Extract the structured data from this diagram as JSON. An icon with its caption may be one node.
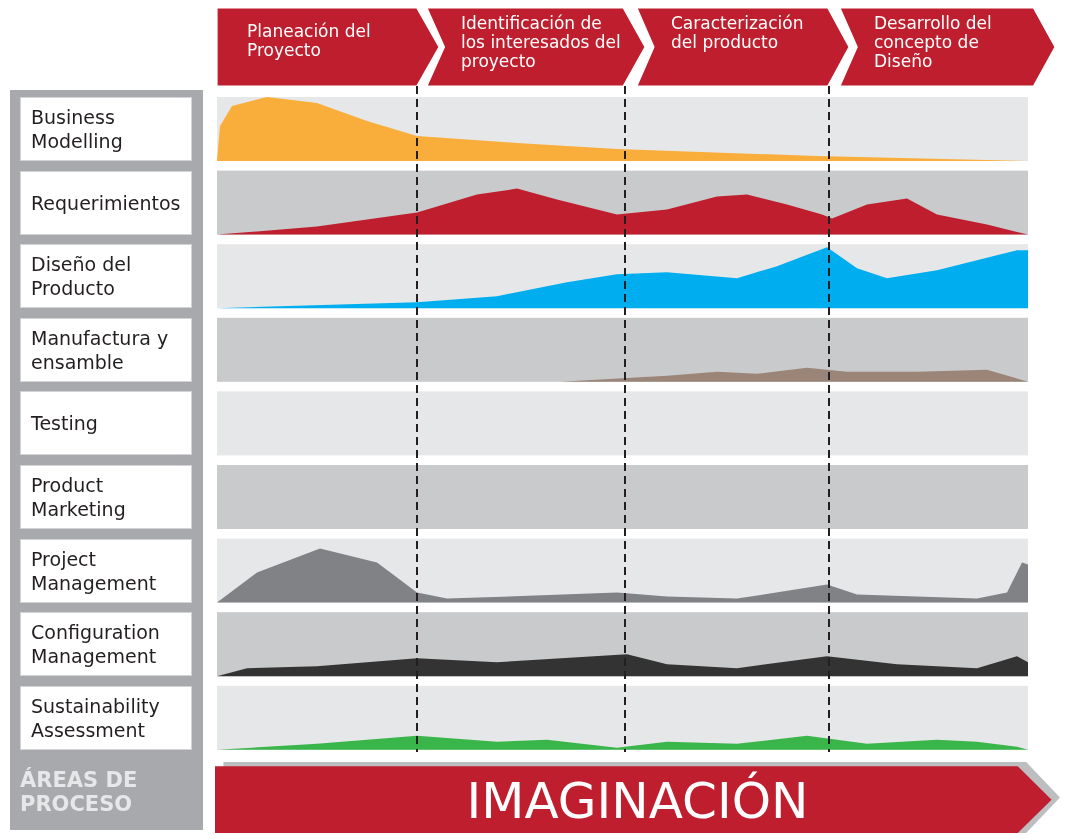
{
  "diagram": {
    "nodes": [
      {
        "text": [
          "Planeación del Proyecto"
        ]
      },
      {
        "text": [
          "Identificación de los interesados del proyecto"
        ]
      },
      {
        "text": [
          "Caracterización del producto"
        ]
      },
      {
        "text": [
          "Desarrollo del concepto de Diseño"
        ]
      },
      {
        "text": [
          "ÁREAS DE PROCESO"
        ]
      },
      {
        "text": [
          "Business Modelling"
        ],
        "in": 4
      },
      {
        "text": [
          "Requerimientos"
        ],
        "in": 4
      },
      {
        "text": [
          "Diseño del Producto"
        ],
        "in": 4
      },
      {
        "text": [
          "Manufactura y ensamble"
        ],
        "in": 4
      },
      {
        "text": [
          "Testing"
        ],
        "in": 4
      },
      {
        "text": [
          "Product Marketing"
        ],
        "in": 4
      },
      {
        "text": [
          "Project Management"
        ],
        "in": 4
      },
      {
        "text": [
          "Configuration Management"
        ],
        "in": 4
      },
      {
        "text": [
          "Sustainability Assessment"
        ],
        "in": 4
      },
      {
        "text": [
          "IMAGINACIÓN"
        ]
      }
    ]
  }
}
